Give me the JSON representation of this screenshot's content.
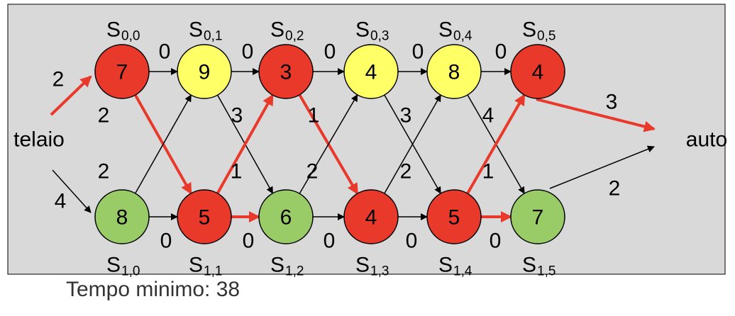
{
  "entry_label": "telaio",
  "exit_label": "auto",
  "footer_text": "Tempo minimo: 38",
  "colors": {
    "panel_bg": "#d9d9d9",
    "critical": "#e8392b",
    "red_node": "#e8392b",
    "yellow_node": "#ffff66",
    "green_node": "#99cc66"
  },
  "stations": [
    [
      {
        "id": "S0,0",
        "sub": "0,0",
        "value": "7",
        "color": "red"
      },
      {
        "id": "S0,1",
        "sub": "0,1",
        "value": "9",
        "color": "yellow"
      },
      {
        "id": "S0,2",
        "sub": "0,2",
        "value": "3",
        "color": "red"
      },
      {
        "id": "S0,3",
        "sub": "0,3",
        "value": "4",
        "color": "yellow"
      },
      {
        "id": "S0,4",
        "sub": "0,4",
        "value": "8",
        "color": "yellow"
      },
      {
        "id": "S0,5",
        "sub": "0,5",
        "value": "4",
        "color": "red"
      }
    ],
    [
      {
        "id": "S1,0",
        "sub": "1,0",
        "value": "8",
        "color": "green"
      },
      {
        "id": "S1,1",
        "sub": "1,1",
        "value": "5",
        "color": "red"
      },
      {
        "id": "S1,2",
        "sub": "1,2",
        "value": "6",
        "color": "green"
      },
      {
        "id": "S1,3",
        "sub": "1,3",
        "value": "4",
        "color": "red"
      },
      {
        "id": "S1,4",
        "sub": "1,4",
        "value": "5",
        "color": "red"
      },
      {
        "id": "S1,5",
        "sub": "1,5",
        "value": "7",
        "color": "green"
      }
    ]
  ],
  "entry_costs": [
    "2",
    "4"
  ],
  "exit_costs": [
    "3",
    "2"
  ],
  "same_line_costs": [
    [
      "0",
      "0",
      "0",
      "0",
      "0"
    ],
    [
      "0",
      "0",
      "0",
      "0",
      "0"
    ]
  ],
  "transfer_costs_top_to_bottom": [
    "2",
    "3",
    "1",
    "3",
    "4"
  ],
  "transfer_costs_bottom_to_top": [
    "2",
    "1",
    "2",
    "2",
    "1"
  ],
  "letter_S": "S",
  "critical_path": [
    "entry-0",
    "t-0-0",
    "d-1",
    "h-1-1",
    "u-2",
    "d-3",
    "h-1-4",
    "u-5",
    "exit-0"
  ]
}
